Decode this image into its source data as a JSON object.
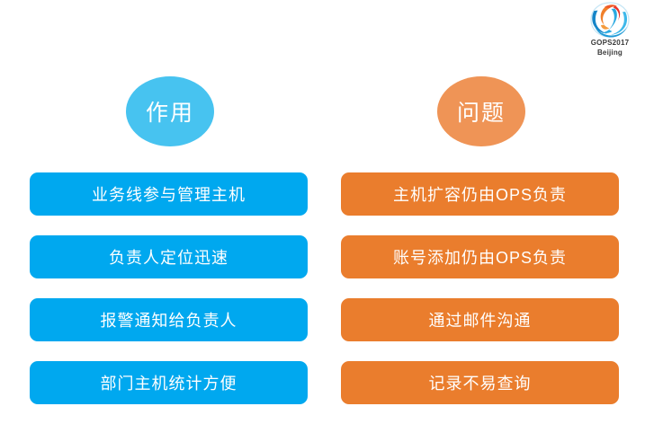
{
  "logo": {
    "icon": "gops-swoosh-logo-icon",
    "line1": "GOPS2017",
    "line2": "Beijing",
    "colors": {
      "flame_orange": "#ef5a28",
      "flame_red": "#e8342a",
      "ring_blue_dark": "#0b79c0",
      "ring_blue_light": "#3db8ea",
      "text": "#3a3a3a"
    }
  },
  "colors": {
    "circle_blue": "#47c3f0",
    "circle_orange": "#ef9456",
    "pill_blue": "#00a8ef",
    "pill_orange": "#ea7d2d",
    "background": "#ffffff",
    "pill_text": "#ffffff"
  },
  "columns": [
    {
      "heading": "作用",
      "accent": "#47c3f0",
      "items": [
        "业务线参与管理主机",
        "负责人定位迅速",
        "报警通知给负责人",
        "部门主机统计方便"
      ]
    },
    {
      "heading": "问题",
      "accent": "#ef9456",
      "items": [
        "主机扩容仍由OPS负责",
        "账号添加仍由OPS负责",
        "通过邮件沟通",
        "记录不易查询"
      ]
    }
  ]
}
